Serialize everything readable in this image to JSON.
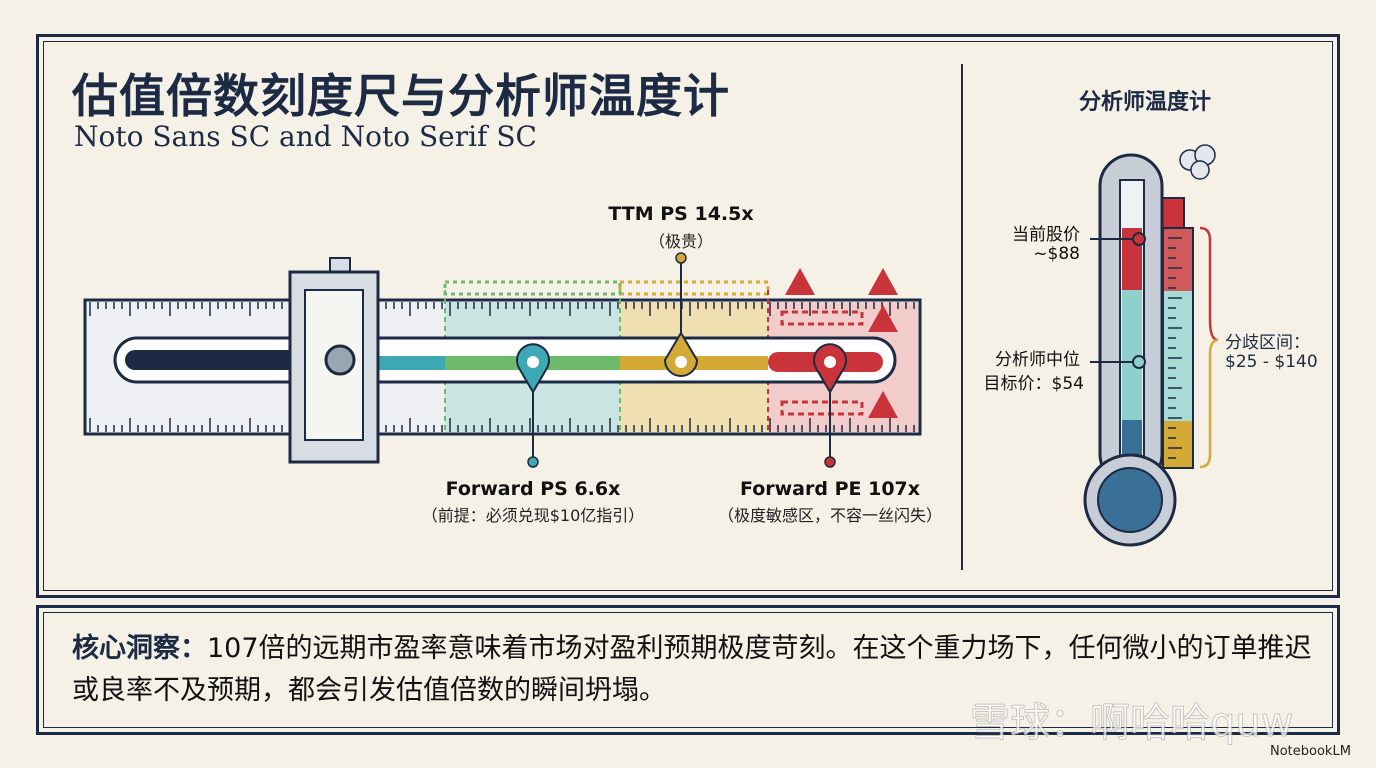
{
  "header": {
    "title": "估值倍数刻度尺与分析师温度计",
    "subtitle": "Noto Sans SC and Noto Serif SC"
  },
  "ruler": {
    "markers": [
      {
        "label": "TTM PS 14.5x",
        "note": "（极贵）",
        "color": "#d4a935"
      },
      {
        "label": "Forward PS 6.6x",
        "note": "（前提：必须兑现$10亿指引）",
        "color": "#3fa8b5"
      },
      {
        "label": "Forward PE 107x",
        "note": "（极度敏感区，不容一丝闪失）",
        "color": "#c9343a"
      }
    ],
    "zone_colors": {
      "green": "#6dbb6a",
      "teal": "#bfe3df",
      "yellow": "#f0dca0",
      "red": "#f2c2c0"
    }
  },
  "thermometer": {
    "title": "分析师温度计",
    "current_price_label": "当前股价",
    "current_price": "~$88",
    "median_label": "分析师中位",
    "median_target": "目标价：$54",
    "range_label": "分歧区间：",
    "range": "$25 - $140"
  },
  "insight": {
    "heading": "核心洞察：",
    "text": "107倍的远期市盈率意味着市场对盈利预期极度苛刻。在这个重力场下，任何微小的订单推迟或良率不及预期，都会引发估值倍数的瞬间坍塌。"
  },
  "watermark": "雪球：啊哈哈quw",
  "brand": "NotebookLM"
}
